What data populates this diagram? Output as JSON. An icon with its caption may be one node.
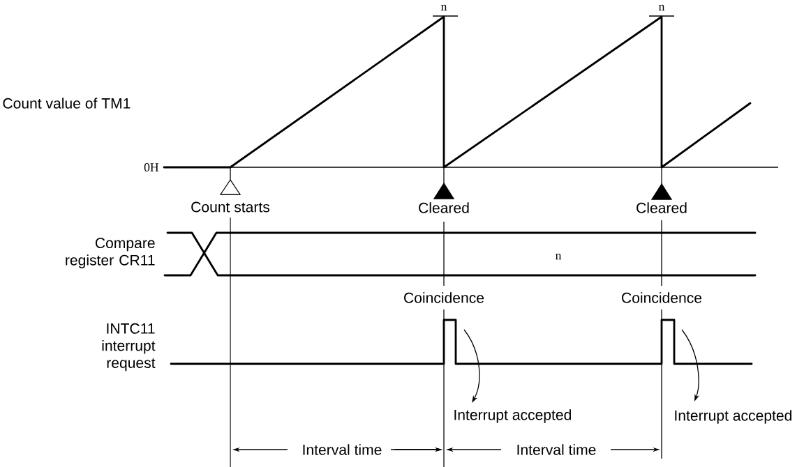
{
  "diagram": {
    "labels": [
      "n",
      "n",
      "Count value of TM1",
      "0H",
      "Count starts",
      "Cleared",
      "Cleared",
      "Compare register CR11",
      "n",
      "Coincidence",
      "Coincidence",
      "INTC11 interrupt request",
      "Interrupt accepted",
      "Interrupt accepted",
      "Interval time",
      "Interval time"
    ]
  }
}
